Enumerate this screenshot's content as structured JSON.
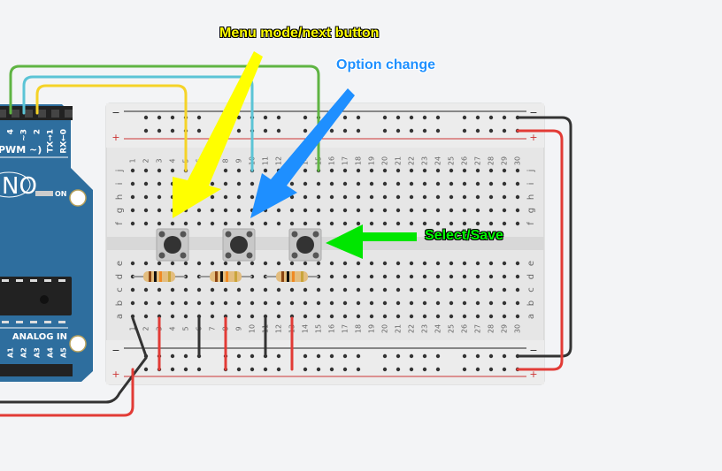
{
  "annotations": {
    "menu_button": "Menu mode/next button",
    "option_change": "Option change",
    "select_save": "Select/Save"
  },
  "arduino": {
    "digital_pins": [
      "4",
      "~3",
      "2",
      "TX→1",
      "RX←0"
    ],
    "pwm_label": "PWM ~)",
    "logo_text": "NO",
    "on_label": "ON",
    "analog_label": "ANALOG IN",
    "analog_pins": [
      "A1",
      "A2",
      "A3",
      "A4",
      "A5"
    ],
    "color": "#2e6e9e"
  },
  "breadboard": {
    "columns": 30,
    "top_rows": [
      "j",
      "i",
      "h",
      "g",
      "f"
    ],
    "bottom_rows": [
      "e",
      "d",
      "c",
      "b",
      "a"
    ],
    "rail_minus": "−",
    "rail_plus": "+"
  },
  "colors": {
    "yellow_wire": "#f5d328",
    "cyan_wire": "#5bc4d6",
    "green_wire": "#5fb443",
    "red_wire": "#e23b36",
    "black_wire": "#333333",
    "yellow_arrow": "#ffff00",
    "blue_arrow": "#1e8fff",
    "green_arrow": "#00e600"
  }
}
